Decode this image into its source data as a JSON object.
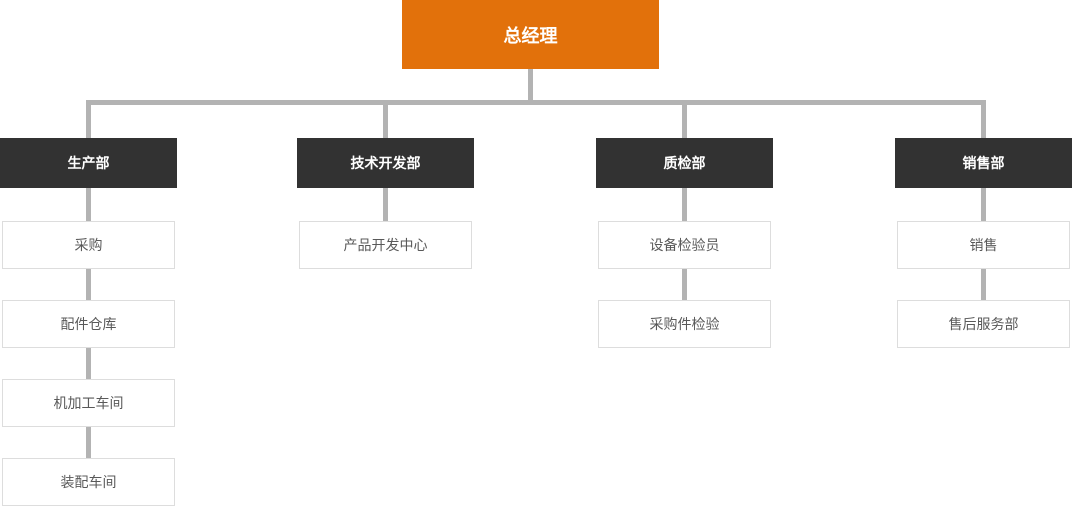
{
  "org": {
    "title": "总经理",
    "root": {
      "label": "总经理"
    },
    "departments": [
      {
        "label": "生产部",
        "children": [
          "采购",
          "配件仓库",
          "机加工车间",
          "装配车间"
        ]
      },
      {
        "label": "技术开发部",
        "children": [
          "产品开发中心"
        ]
      },
      {
        "label": "质检部",
        "children": [
          "设备检验员",
          "采购件检验"
        ]
      },
      {
        "label": "销售部",
        "children": [
          "销售",
          "售后服务部"
        ]
      }
    ]
  },
  "colors": {
    "root_bg": "#e2710b",
    "dept_bg": "#323232",
    "connector": "#b3b3b3",
    "child_border": "#dddddd",
    "child_text": "#595959",
    "node_text_light": "#ffffff"
  }
}
